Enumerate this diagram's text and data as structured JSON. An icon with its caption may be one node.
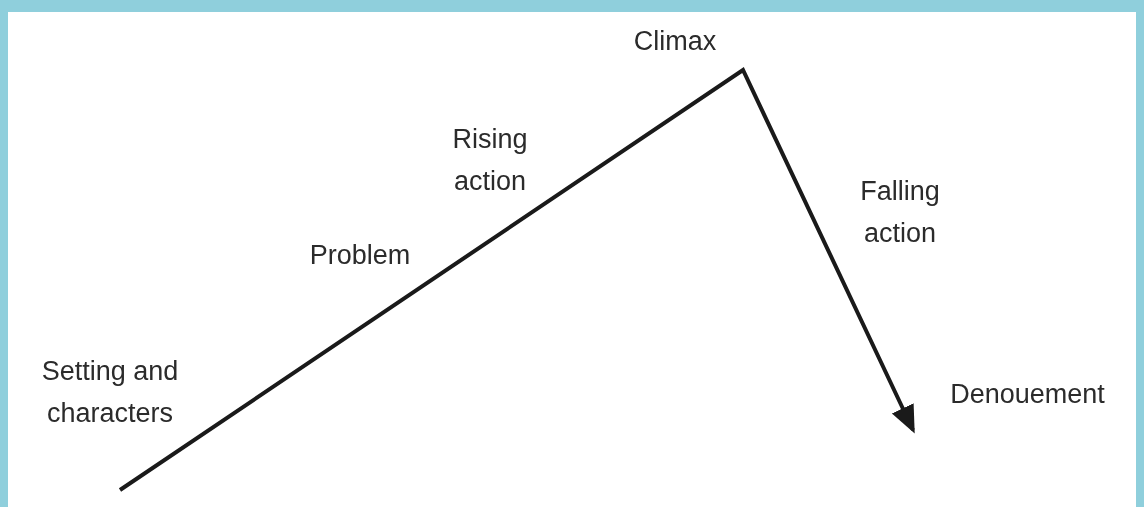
{
  "diagram": {
    "labels": [
      "Climax",
      "Rising action",
      "Falling action",
      "Problem",
      "Setting and characters",
      "Denouement"
    ]
  }
}
